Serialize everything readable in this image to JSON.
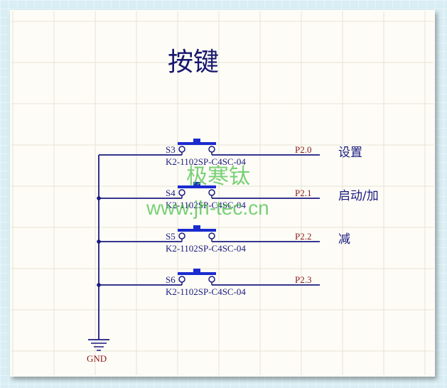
{
  "title": "按键",
  "ground_label": "GND",
  "switches": [
    {
      "ref": "S3",
      "part": "K2-1102SP-C4SC-04",
      "net": "P2.0",
      "function": "设置"
    },
    {
      "ref": "S4",
      "part": "K2-1102SP-C4SC-04",
      "net": "P2.1",
      "function": "启动/加"
    },
    {
      "ref": "S5",
      "part": "K2-1102SP-C4SC-04",
      "net": "P2.2",
      "function": "减"
    },
    {
      "ref": "S6",
      "part": "K2-1102SP-C4SC-04",
      "net": "P2.3",
      "function": ""
    }
  ],
  "watermark": {
    "name": "极寒钛",
    "url": "www.jh-tec.cn"
  },
  "colors": {
    "wire": "#1a1a80",
    "net_label": "#8b1a1a",
    "grid": "#e6e3d6",
    "watermark": "#4cc24c"
  }
}
